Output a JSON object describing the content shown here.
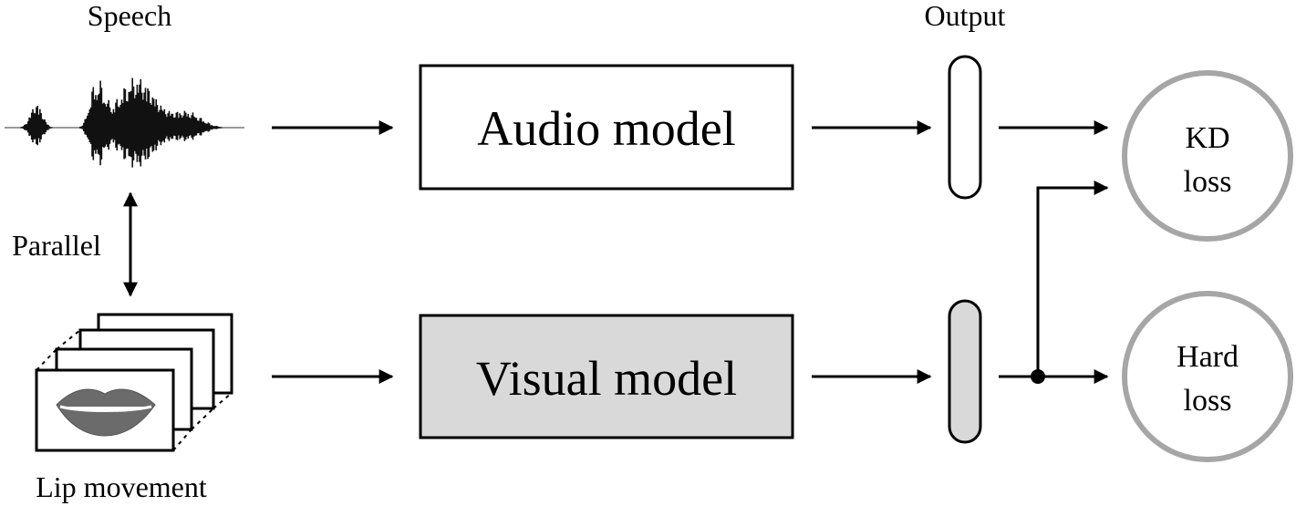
{
  "labels": {
    "speech": "Speech",
    "output": "Output",
    "parallel": "Parallel",
    "lip_movement": "Lip movement"
  },
  "boxes": {
    "audio_model": "Audio model",
    "visual_model": "Visual model"
  },
  "losses": {
    "kd": [
      "KD",
      "loss"
    ],
    "hard": [
      "Hard",
      "loss"
    ]
  },
  "colors": {
    "stroke": "#000000",
    "visual_fill": "#d9d9d9",
    "circle_stroke": "#a6a6a6",
    "lips": "#6b6b6b"
  }
}
